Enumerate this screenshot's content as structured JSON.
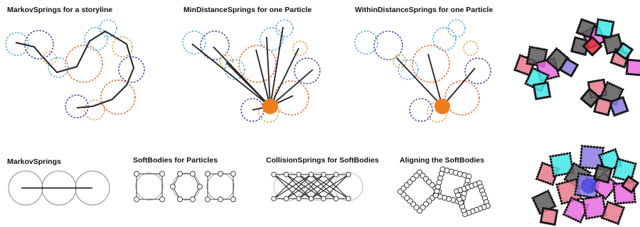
{
  "labels": {
    "markov_storyline": "MarkovSprings for a storyline",
    "min_distance": "MinDistanceSprings for one Particle",
    "within_distance": "WithinDistanceSprings for one Particle",
    "markov_springs": "MarkovSprings",
    "softbodies_particles": "SoftBodies for Particles",
    "collision_springs": "CollisionSprings for SoftBodies",
    "aligning": "Aligning the SoftBodies"
  },
  "colors": {
    "orange_dot": "#F07D1A",
    "ring_blue": "#3D3DA8",
    "ring_cyan": "#56A9E0",
    "ring_orange": "#E0642A",
    "ring_yellow": "#E0A040",
    "magenta": "#E86AE0",
    "cyan": "#42E6E6",
    "pink": "#E87A8C",
    "gray": "#5A5A5A",
    "purple": "#8A7CE0",
    "red": "#E03040"
  }
}
